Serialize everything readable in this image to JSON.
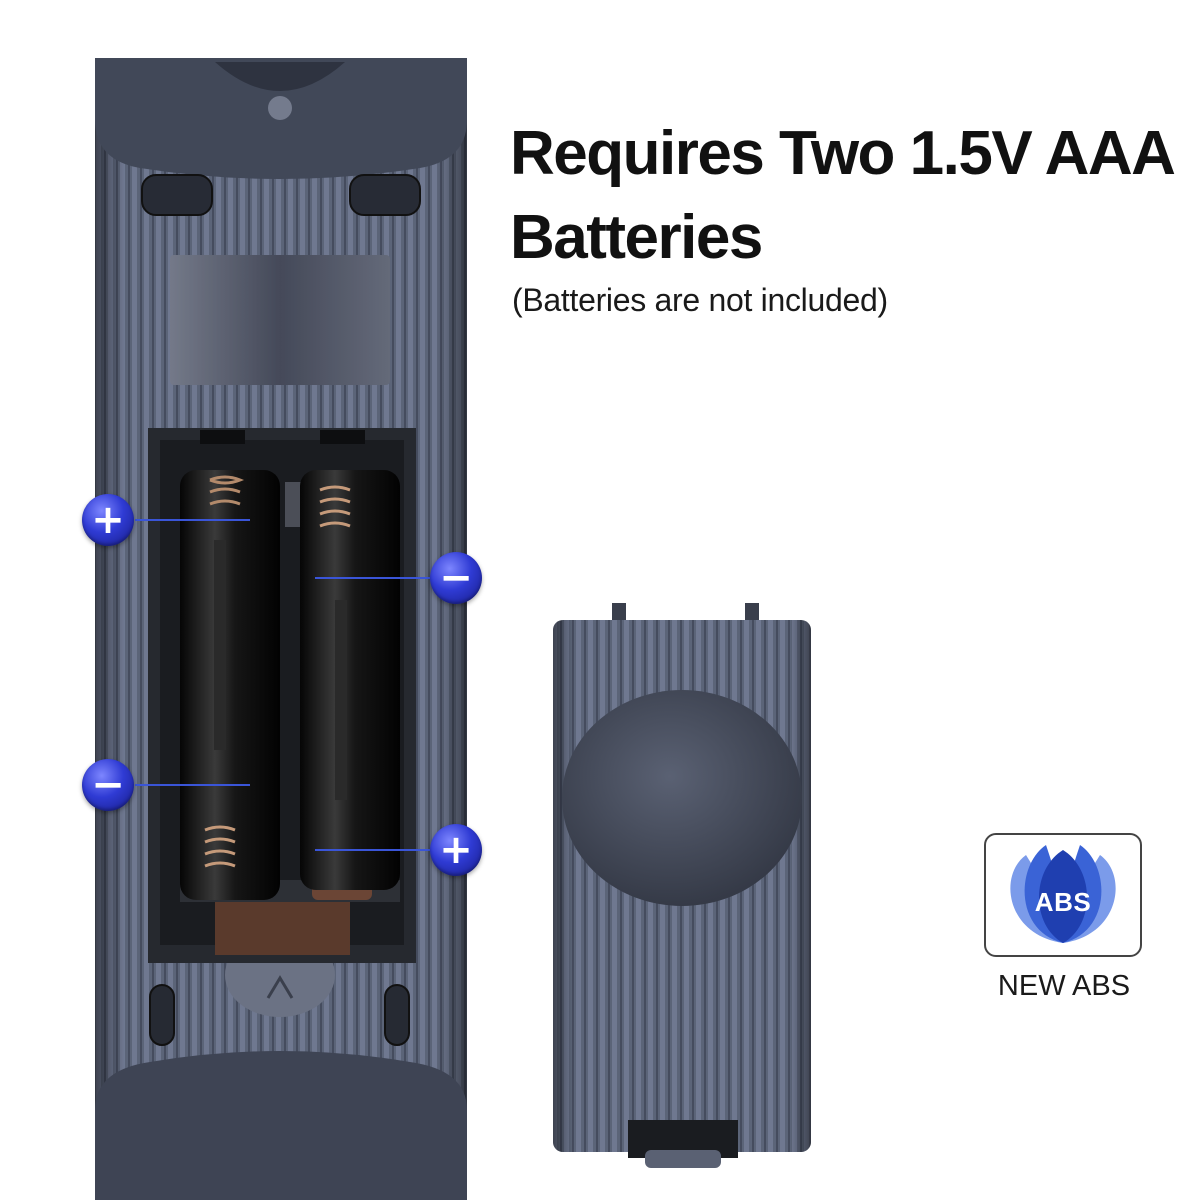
{
  "heading": {
    "line1": "Requires Two 1.5V AAA",
    "line2": "Batteries",
    "note": "(Batteries are not included)"
  },
  "badge": {
    "logo_text": "ABS",
    "caption": "NEW ABS",
    "colors": {
      "petal_dark": "#1f3fb0",
      "petal_mid": "#3a63d6",
      "petal_light": "#7b9bea"
    }
  },
  "terminals": {
    "positive_symbol": "+",
    "negative_symbol": "−"
  },
  "icons": [
    "plus-terminal-icon",
    "minus-terminal-icon",
    "abs-logo-icon"
  ]
}
